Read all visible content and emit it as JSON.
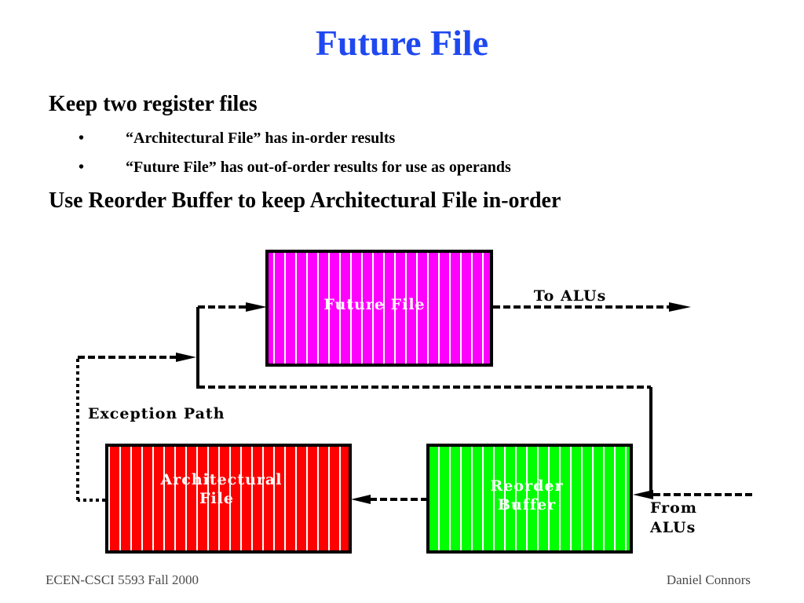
{
  "slide": {
    "title": "Future File",
    "points": [
      "Keep two register files",
      "“Architectural File” has in-order results",
      "“Future File” has out-of-order results for use as operands",
      "Use Reorder Buffer to keep Architectural File in-order"
    ],
    "bullet_glyph": "•"
  },
  "diagram": {
    "future_file_label": "Future File",
    "architectural_file_label_1": "Architectural",
    "architectural_file_label_2": "File",
    "reorder_buffer_label_1": "Reorder",
    "reorder_buffer_label_2": "Buffer",
    "to_alus_label": "To ALUs",
    "from_alus_label_1": "From",
    "from_alus_label_2": "ALUs",
    "exception_path_label": "Exception Path",
    "colors": {
      "future_file": "#ff00ff",
      "architectural_file": "#ff0000",
      "reorder_buffer": "#00ff00",
      "title": "#1f48f0"
    }
  },
  "footer": {
    "left": "ECEN-CSCI 5593 Fall 2000",
    "right": "Daniel  Connors"
  }
}
